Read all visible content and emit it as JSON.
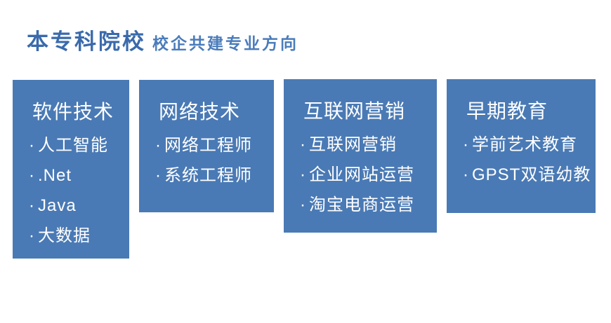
{
  "header": {
    "title": "本专科院校",
    "subtitle": "校企共建专业方向"
  },
  "bullet": "·",
  "colors": {
    "title": "#3A6AAC",
    "subtitle": "#4A7CBB",
    "card_background": "#4A7AB5",
    "card_text": "#FFFFFF"
  },
  "cards": [
    {
      "id": "software-technology",
      "title": "软件技术",
      "items": [
        "人工智能",
        ".Net",
        "Java",
        "大数据"
      ]
    },
    {
      "id": "network-technology",
      "title": "网络技术",
      "items": [
        "网络工程师",
        "系统工程师"
      ]
    },
    {
      "id": "internet-marketing",
      "title": "互联网营销",
      "items": [
        "互联网营销",
        "企业网站运营",
        "淘宝电商运营"
      ]
    },
    {
      "id": "early-education",
      "title": "早期教育",
      "items": [
        "学前艺术教育",
        "GPST双语幼教"
      ]
    }
  ]
}
